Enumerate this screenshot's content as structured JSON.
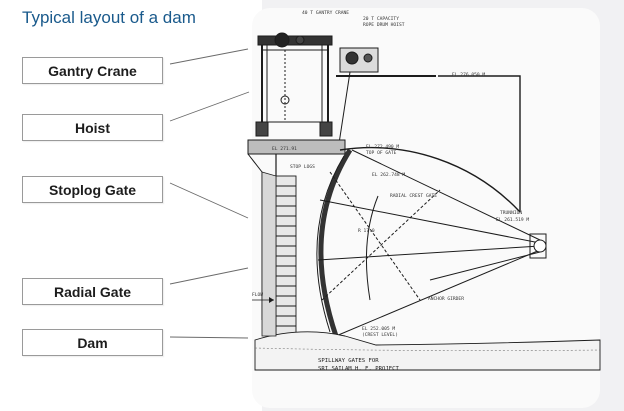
{
  "title": "Typical layout of a dam",
  "labels": [
    "Gantry Crane",
    "Hoist",
    "Stoplog Gate",
    "Radial Gate",
    "Dam"
  ],
  "drawing": {
    "gantry_crane_note": "40 T GANTRY CRANE",
    "hoist_note_1": "20 T CAPACITY",
    "hoist_note_2": "ROPE DRUM HOIST",
    "el_top": "EL 276.050 M",
    "el_gate_top_1": "EL 272.490 M",
    "el_gate_top_2": "TOP OF GATE",
    "el_crest": "EL 262.748 M",
    "radial_crest_gate": "RADIAL CREST GATE",
    "trunnion_1": "TRUNNION",
    "trunnion_2": "EL 261.519 M",
    "anchor_girder": "ANCHOR GIRDER",
    "el_sill_1": "EL 252.005 M",
    "el_sill_2": "(CREST LEVEL)",
    "flow": "FLOW",
    "caption_1": "SPILLWAY GATES FOR",
    "caption_2": "SRI SAILAM H. E. PROJECT",
    "stop_logs": "STOP LOGS",
    "deck_level": "EL 271.91",
    "radius": "R 17.0"
  }
}
